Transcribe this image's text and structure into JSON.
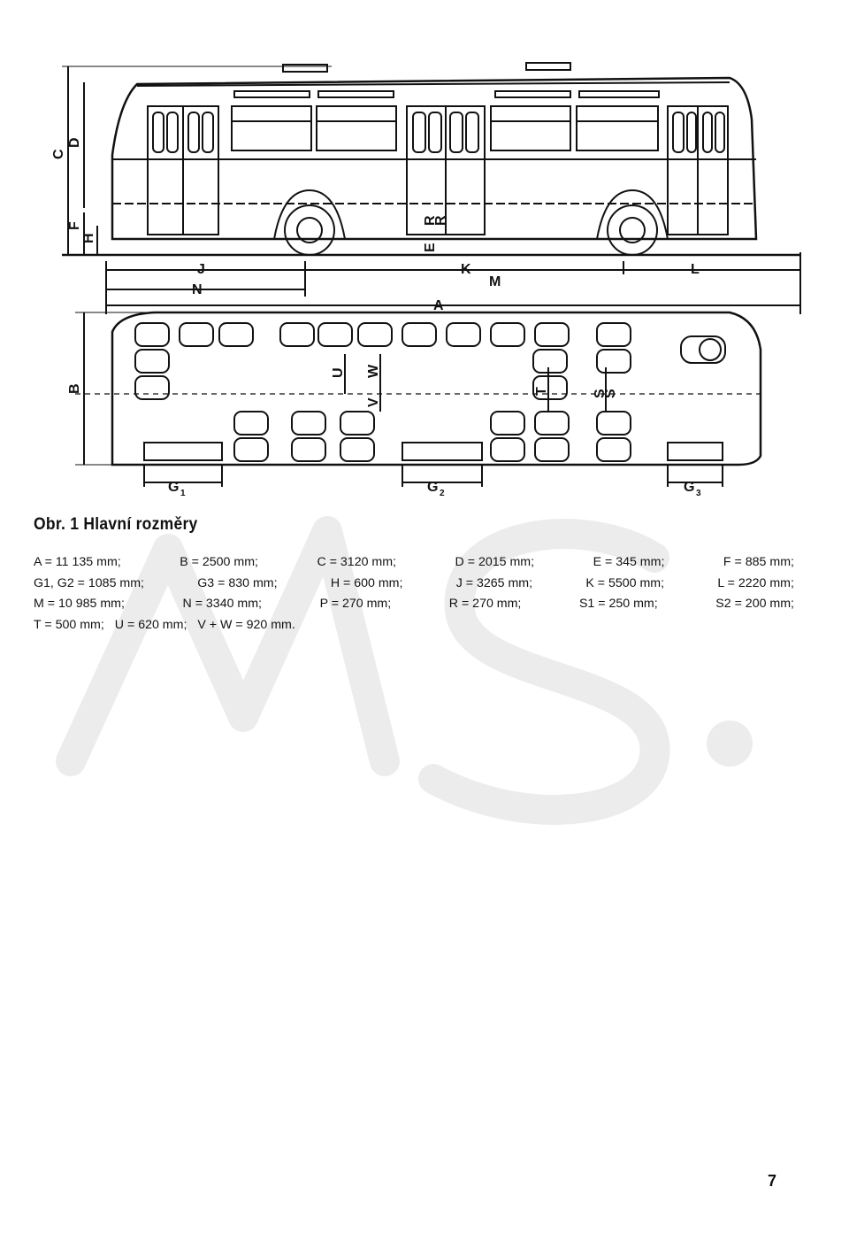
{
  "watermark": "MS.",
  "figure": {
    "side_view_labels": {
      "C": "C",
      "D": "D",
      "F": "F",
      "H": "H",
      "E": "E",
      "R1": "R",
      "R2": "R",
      "J": "J",
      "K": "K",
      "L": "L",
      "M": "M",
      "N": "N",
      "A": "A"
    },
    "plan_view_labels": {
      "B": "B",
      "U": "U",
      "W": "W",
      "V": "V",
      "T": "T",
      "S1": "S",
      "S2": "S",
      "G1": "G",
      "G2": "G",
      "G3": "G",
      "sub1": "1",
      "sub2": "2",
      "sub3": "3"
    }
  },
  "caption": "Obr. 1 Hlavní rozměry",
  "dimensions": {
    "line1": [
      "A = 11 135 mm;",
      "B = 2500 mm;",
      "C = 3120 mm;",
      "D = 2015 mm;",
      "E = 345 mm;",
      "F = 885 mm;"
    ],
    "line2": [
      "G1, G2 = 1085 mm;",
      "G3 = 830 mm;",
      "H = 600 mm;",
      "J = 3265 mm;",
      "K = 5500 mm;",
      "L = 2220 mm;"
    ],
    "line3": [
      "M = 10 985 mm;",
      "N = 3340 mm;",
      "P = 270 mm;",
      "R = 270 mm;",
      "S1 = 250 mm;",
      "S2 = 200 mm;"
    ],
    "line4": [
      "T = 500 mm;",
      "U = 620 mm;",
      "V + W = 920 mm."
    ]
  },
  "page_number": "7"
}
